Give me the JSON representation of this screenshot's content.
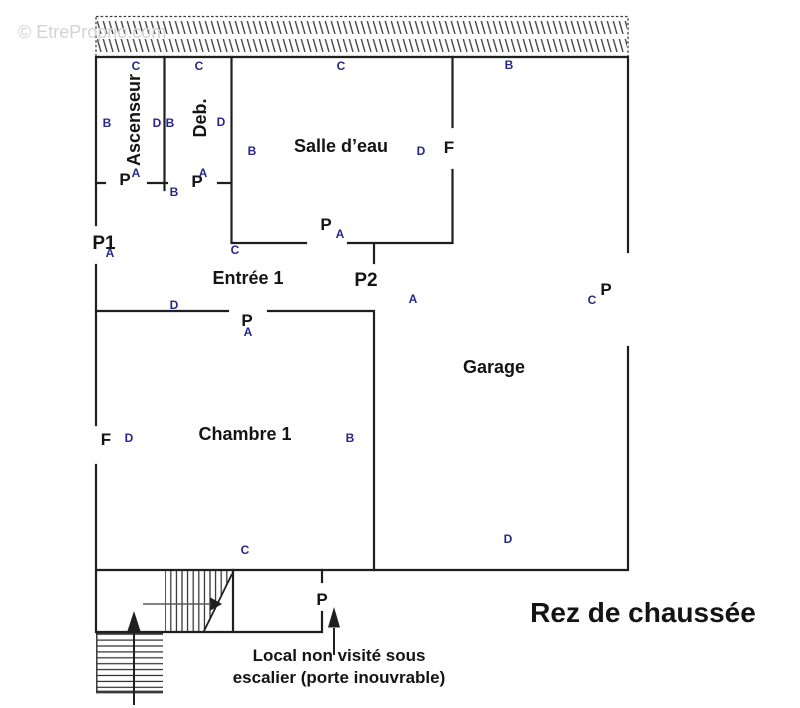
{
  "watermark": "© EtreProprio.com",
  "floor_title": "Rez de chaussée",
  "rooms": {
    "ascenseur": "Ascenseur",
    "deb": "Deb.",
    "salle_deau": "Salle d’eau",
    "entree": "Entrée 1",
    "chambre": "Chambre 1",
    "garage": "Garage"
  },
  "doors": {
    "p": "P",
    "p1": "P1",
    "p2": "P2"
  },
  "windows": {
    "f": "F"
  },
  "markers": {
    "a": "A",
    "b": "B",
    "c": "C",
    "d": "D"
  },
  "note": {
    "line1": "Local non visité sous",
    "line2": "escalier (porte inouvrable)"
  },
  "colors": {
    "wall": "#1f1f1f",
    "marker_blue": "#26268c",
    "text_black": "#141414",
    "watermark_gray": "#d2d2d7",
    "background": "#ffffff"
  }
}
